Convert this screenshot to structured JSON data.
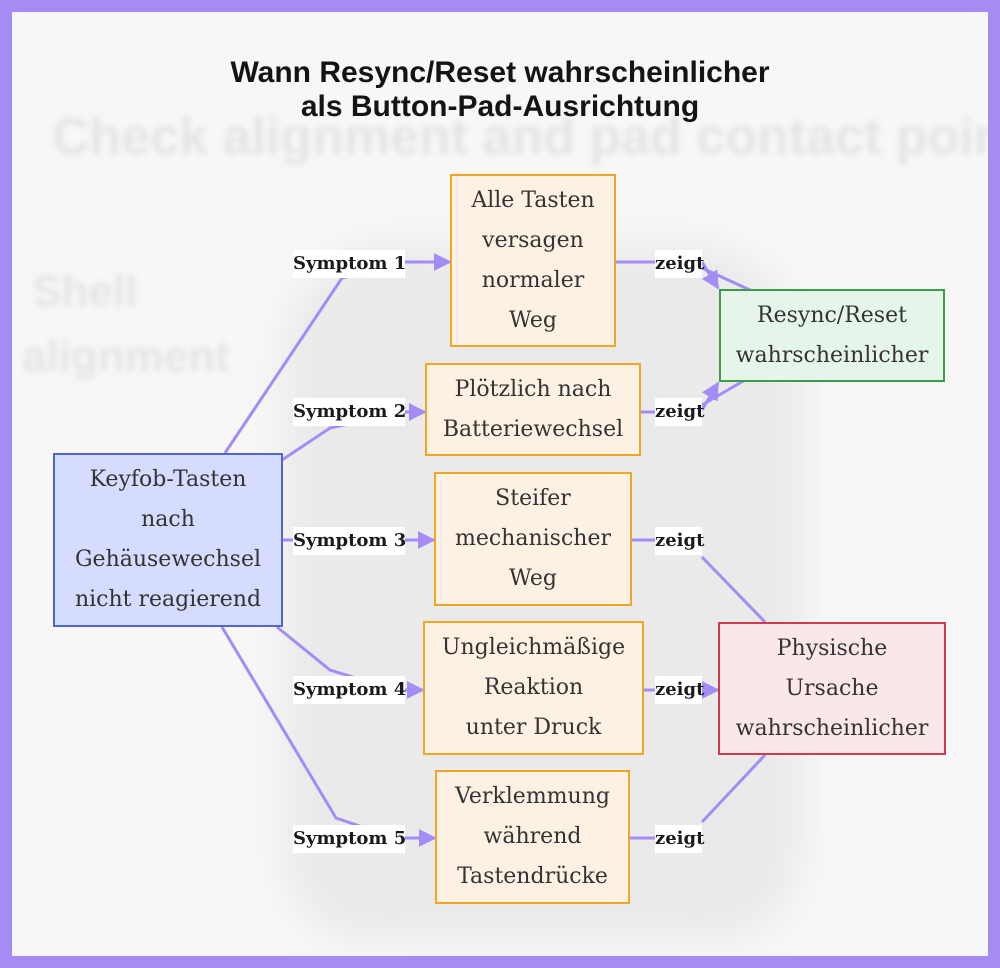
{
  "title": {
    "line1": "Wann Resync/Reset wahrscheinlicher",
    "line2": "als Button-Pad-Ausrichtung"
  },
  "background": {
    "text1": "Check alignment and pad contact points",
    "text2": "Shell",
    "text3": "alignment"
  },
  "colors": {
    "edge": "#a58cf5",
    "frame": "#a58cf5",
    "symptom_fill": "#fdf1e4",
    "symptom_border": "#f0a625",
    "root_fill": "#d5dcfd",
    "root_border": "#5166c9",
    "resync_fill": "#e6f5ea",
    "resync_border": "#3d9c49",
    "physical_fill": "#fbe6ea",
    "physical_border": "#d03a4b"
  },
  "nodes": {
    "root": {
      "line1": "Keyfob-Tasten",
      "line2": "nach",
      "line3": "Gehäusewechsel",
      "line4": "nicht reagierend"
    },
    "s1": {
      "line1": "Alle Tasten",
      "line2": "versagen",
      "line3": "normaler",
      "line4": "Weg"
    },
    "s2": {
      "line1": "Plötzlich nach",
      "line2": "Batteriewechsel"
    },
    "s3": {
      "line1": "Steifer",
      "line2": "mechanischer",
      "line3": "Weg"
    },
    "s4": {
      "line1": "Ungleichmäßige",
      "line2": "Reaktion",
      "line3": "unter Druck"
    },
    "s5": {
      "line1": "Verklemmung",
      "line2": "während",
      "line3": "Tastendrücke"
    },
    "resync": {
      "line1": "Resync/Reset",
      "line2": "wahrscheinlicher"
    },
    "physical": {
      "line1": "Physische",
      "line2": "Ursache",
      "line3": "wahrscheinlicher"
    }
  },
  "edge_labels": {
    "symptom1": "Symptom 1",
    "symptom2": "Symptom 2",
    "symptom3": "Symptom 3",
    "symptom4": "Symptom 4",
    "symptom5": "Symptom 5",
    "shows": "zeigt"
  }
}
